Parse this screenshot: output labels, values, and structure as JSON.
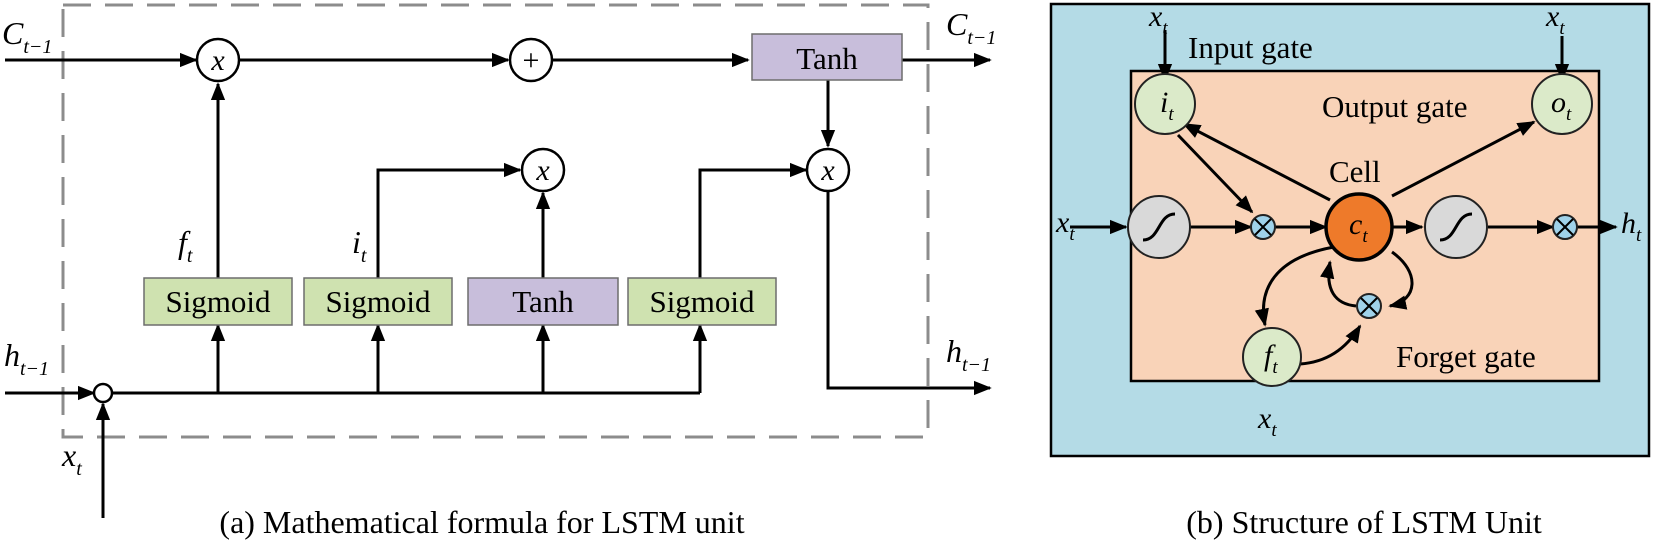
{
  "panel_a": {
    "caption": "(a) Mathematical formula for LSTM unit",
    "c_in": "C",
    "c_in_sub": "t−1",
    "c_out": "C",
    "c_out_sub": "t−1",
    "h_in": "h",
    "h_in_sub": "t−1",
    "h_out": "h",
    "h_out_sub": "t−1",
    "x_in": "x",
    "x_in_sub": "t",
    "f_label": "f",
    "f_sub": "t",
    "i_label": "i",
    "i_sub": "t",
    "blocks": {
      "sigmoid_1": "Sigmoid",
      "sigmoid_2": "Sigmoid",
      "tanh_mid": "Tanh",
      "sigmoid_3": "Sigmoid",
      "tanh_top": "Tanh"
    },
    "ops": {
      "mul_forget": "x",
      "add": "+",
      "mul_input": "x",
      "mul_output": "x"
    }
  },
  "panel_b": {
    "caption": "(b) Structure of LSTM Unit",
    "input_gate": "Input gate",
    "output_gate": "Output gate",
    "forget_gate": "Forget gate",
    "cell": "Cell",
    "x": "x",
    "t": "t",
    "i": "i",
    "o": "o",
    "f": "f",
    "c": "c",
    "h": "h"
  },
  "colors": {
    "sigmoid_fill": "#cfe2b0",
    "tanh_fill": "#c8bedb",
    "panel_b_outer": "#b4dbe6",
    "panel_b_inner": "#f9d3b8",
    "cell_fill": "#ee7a2a",
    "gate_fill": "#dbeac9",
    "multiply_fill": "#9fd2ea"
  }
}
